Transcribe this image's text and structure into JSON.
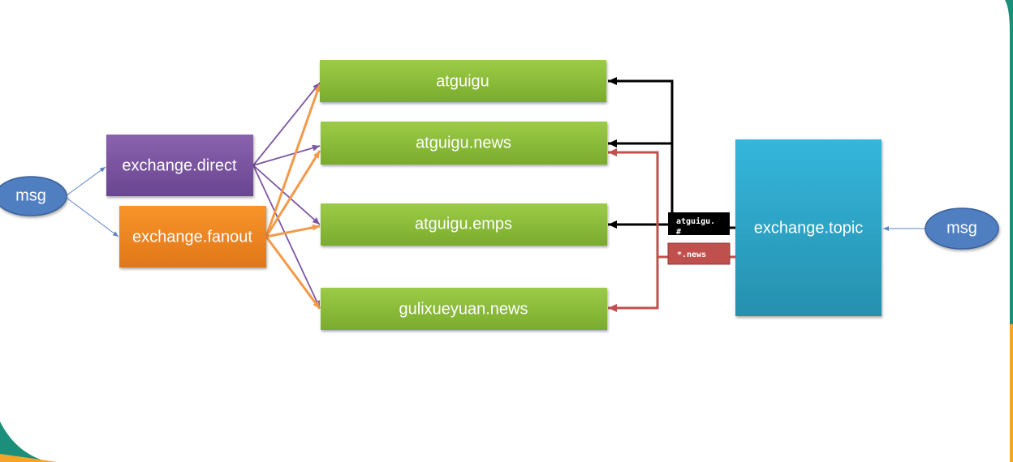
{
  "nodes": {
    "msg_left": "msg",
    "exchange_direct": "exchange.direct",
    "exchange_fanout": "exchange.fanout",
    "queue_atguigu": "atguigu",
    "queue_atguigu_news": "atguigu.news",
    "queue_atguigu_emps": "atguigu.emps",
    "queue_gulixueyuan_news": "gulixueyuan.news",
    "exchange_topic": "exchange.topic",
    "msg_right": "msg"
  },
  "routing_keys": {
    "hash_key_line1": "atguigu.",
    "hash_key_line2": "#",
    "news_key": "*.news"
  },
  "colors": {
    "direct": "#7e56a3",
    "fanout": "#ef8a27",
    "queue": "#8dc03a",
    "topic": "#2fb0d2",
    "msg": "#4f7fc0",
    "hash_route": "#000000",
    "news_route": "#c0504d"
  }
}
